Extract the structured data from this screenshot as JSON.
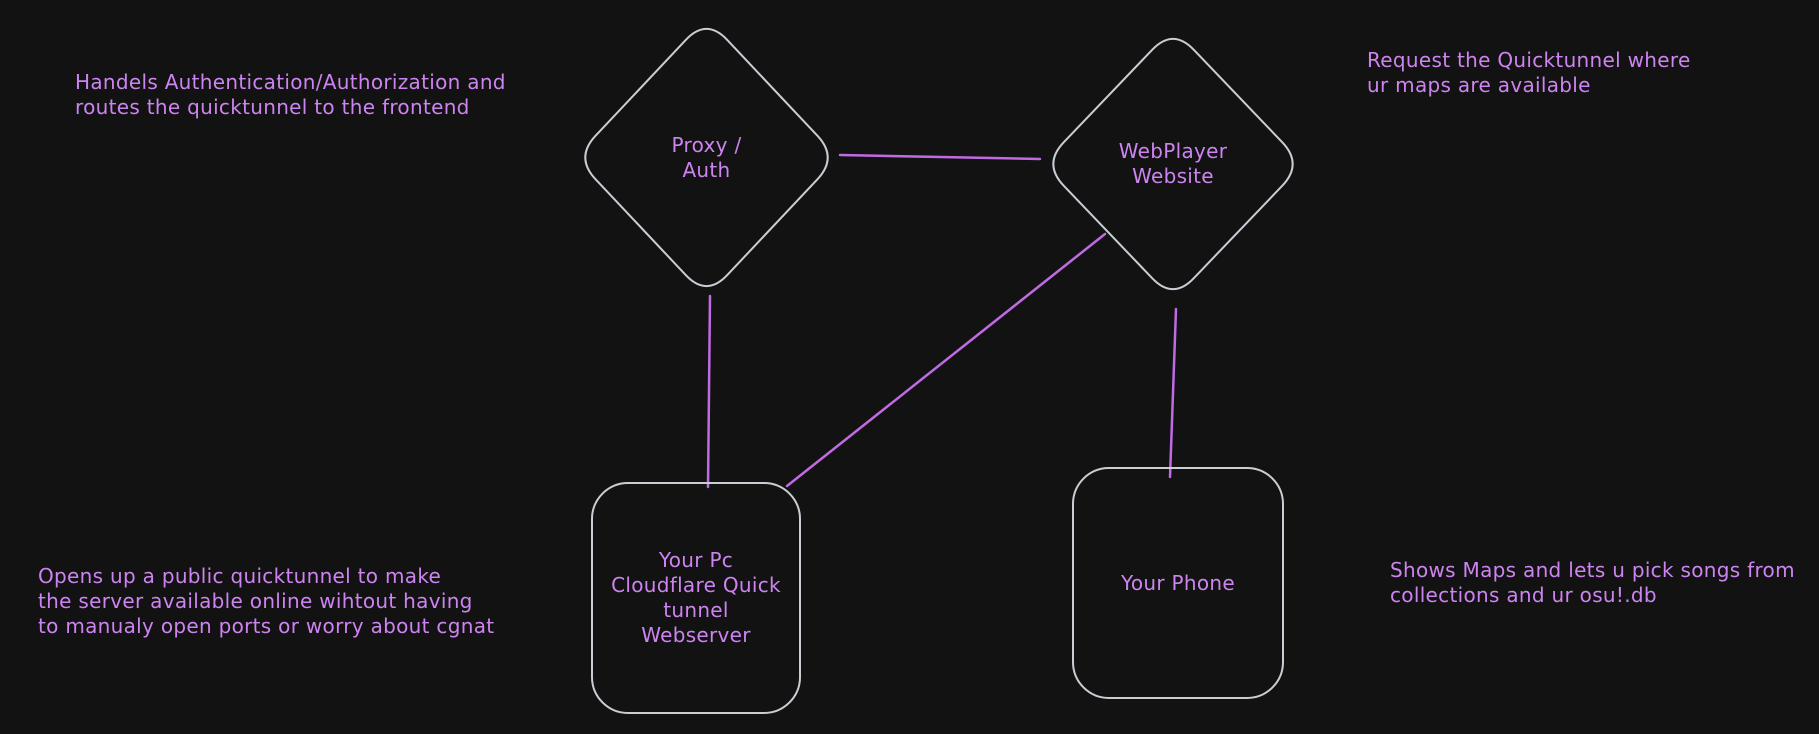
{
  "canvas": {
    "background": "#121212",
    "shape_stroke_color": "#c9ced4",
    "text_color": "#cd84f1",
    "connector_color": "#c06ae3"
  },
  "nodes": {
    "proxy": {
      "shape": "diamond",
      "label": "Proxy /\nAuth"
    },
    "webplayer": {
      "shape": "diamond",
      "label": "WebPlayer\nWebsite"
    },
    "pc": {
      "shape": "rounded-rectangle",
      "label": "Your Pc\nCloudflare Quick\ntunnel\nWebserver"
    },
    "phone": {
      "shape": "rounded-rectangle",
      "label": "Your Phone"
    }
  },
  "edges": [
    {
      "from": "proxy",
      "to": "webplayer"
    },
    {
      "from": "proxy",
      "to": "pc"
    },
    {
      "from": "webplayer",
      "to": "pc"
    },
    {
      "from": "webplayer",
      "to": "phone"
    }
  ],
  "notes": {
    "top_left": "Handels Authentication/Authorization and\nroutes the quicktunnel to the frontend",
    "top_right": "Request the Quicktunnel where\nur maps are available",
    "bottom_left": "Opens up a public quicktunnel to make\nthe server available online wihtout having\nto manualy open ports or worry about cgnat",
    "bottom_right": "Shows Maps and lets u pick songs from\ncollections and ur osu!.db"
  }
}
